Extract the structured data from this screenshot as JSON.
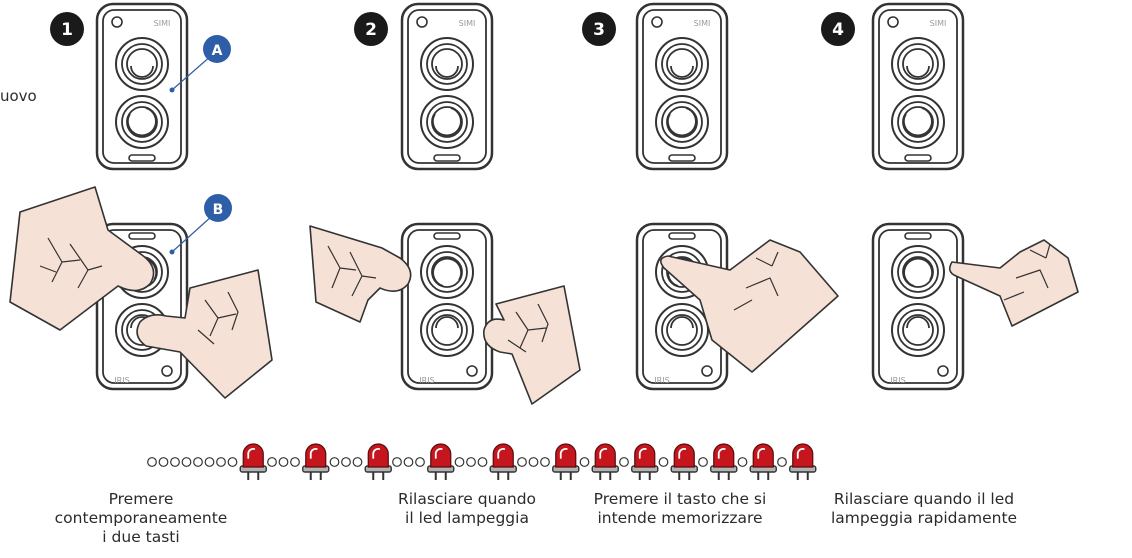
{
  "steps": [
    "1",
    "2",
    "3",
    "4"
  ],
  "callouts": {
    "a": "A",
    "b": "B"
  },
  "remote_brand_top": "SIMI",
  "remote_brand_bottom": "IRIS",
  "side_fragment": "uovo",
  "captions": [
    [
      "Premere",
      "contemporaneamente",
      "i due tasti"
    ],
    [
      "Rilasciare quando",
      "il led lampeggia"
    ],
    [
      "Premere il tasto che si",
      "intende memorizzare"
    ],
    [
      "Rilasciare quando il led",
      "lampeggia rapidamente"
    ]
  ],
  "led_sequence": {
    "leading_off": 8,
    "groups": [
      {
        "blinks": 1,
        "off_after": 3
      },
      {
        "blinks": 1,
        "off_after": 3
      },
      {
        "blinks": 1,
        "off_after": 3
      },
      {
        "blinks": 1,
        "off_after": 3
      },
      {
        "blinks": 1,
        "off_after": 3
      },
      {
        "blinks": 1,
        "off_after": 1
      },
      {
        "blinks": 1,
        "off_after": 1
      },
      {
        "blinks": 1,
        "off_after": 1
      },
      {
        "blinks": 1,
        "off_after": 1
      },
      {
        "blinks": 1,
        "off_after": 1
      },
      {
        "blinks": 1,
        "off_after": 1
      },
      {
        "blinks": 1,
        "off_after": 0
      }
    ]
  },
  "colors": {
    "callout": "#2f5ea8",
    "led": "#c4161c",
    "hand": "#f6e1d6",
    "outline": "#333333"
  }
}
